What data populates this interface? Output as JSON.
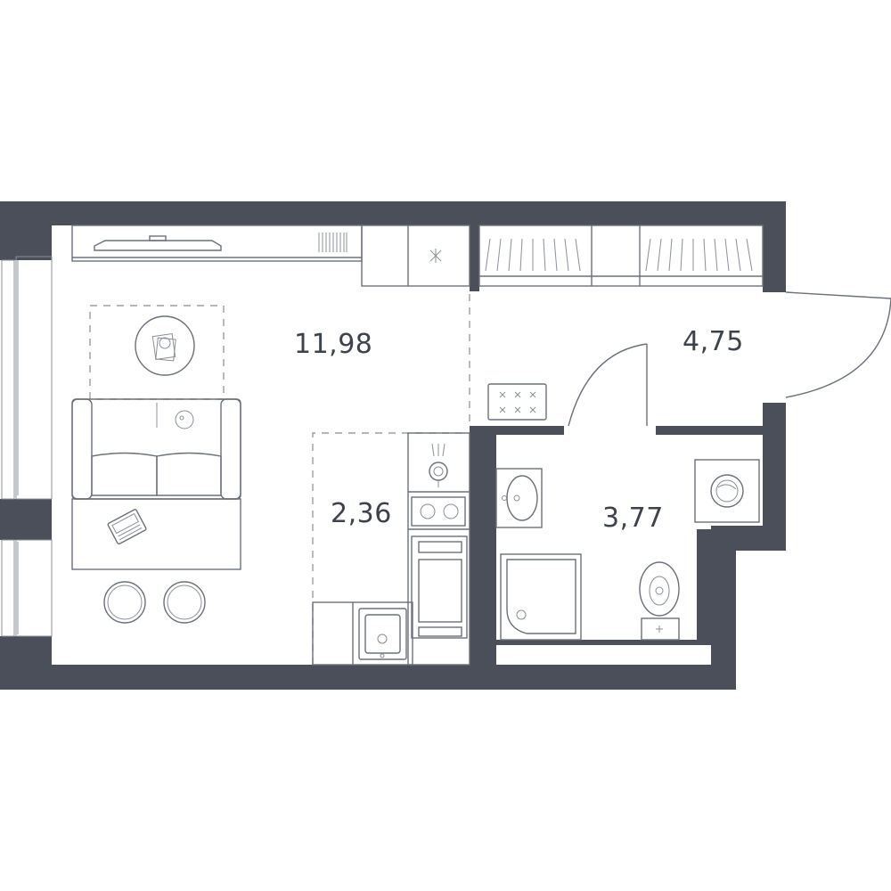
{
  "plan": {
    "rooms": [
      {
        "id": "living",
        "area": "11,98"
      },
      {
        "id": "hall",
        "area": "4,75"
      },
      {
        "id": "kitchen",
        "area": "2,36"
      },
      {
        "id": "bathroom",
        "area": "3,77"
      }
    ],
    "colors": {
      "wall": "#4a4f5a",
      "furniture": "#6b707a",
      "background": "#ffffff"
    }
  }
}
